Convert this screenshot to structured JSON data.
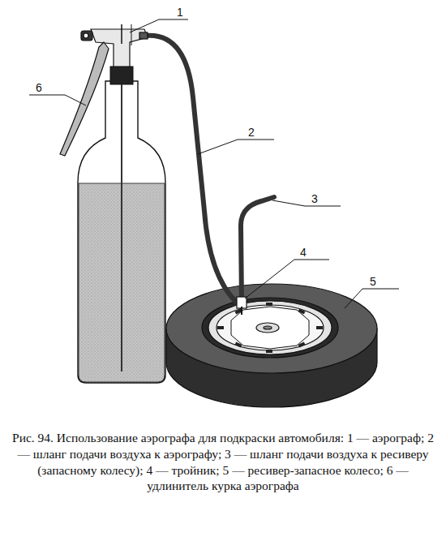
{
  "diagram": {
    "caption": "Рис. 94. Использование аэрографа для подкраски автомобиля: 1 — аэрограф; 2 — шланг подачи воздуха к аэрографу; 3 — шланг подачи воздуха к ресиверу (запасному колесу); 4 — тройник; 5 — ресивер-запасное колесо; 6 — удлинитель курка аэрографа",
    "labels": [
      "1",
      "2",
      "3",
      "4",
      "5",
      "6"
    ]
  }
}
